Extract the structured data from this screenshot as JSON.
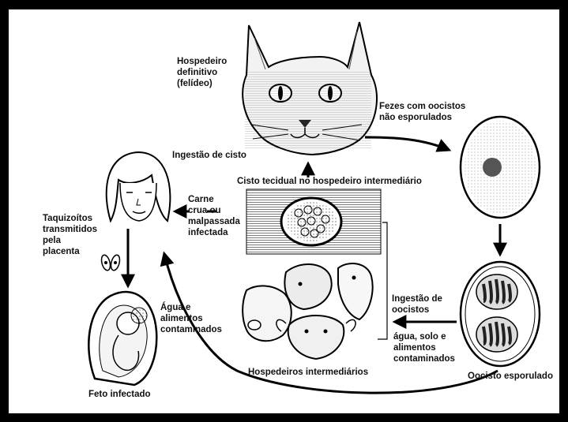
{
  "labels": {
    "definitive_host": "Hospedeiro\ndefinitivo\n(felídeo)",
    "feces": "Fezes com oocistos\nnão esporulados",
    "cyst_ingestion": "Ingestão de cisto",
    "tissue_cyst": "Cisto tecidual no hospedeiro intermediário",
    "meat": "Carne\ncrua ou\nmalpassada\ninfectada",
    "tachyzoites": "Taquizoítos\ntransmitidos\npela\nplacenta",
    "water_food": "Água e\nalimentos\ncontaminados",
    "oocyst_ingestion": "Ingestão de\noocistos",
    "water_soil": "água, solo e\nalimentos\ncontaminados",
    "intermediate_hosts": "Hospedeiros intermediários",
    "infected_fetus": "Feto infectado",
    "sporulated_oocyst": "Oocisto esporulado"
  },
  "colors": {
    "frame": "#000000",
    "background": "#ffffff",
    "ink": "#111111"
  }
}
